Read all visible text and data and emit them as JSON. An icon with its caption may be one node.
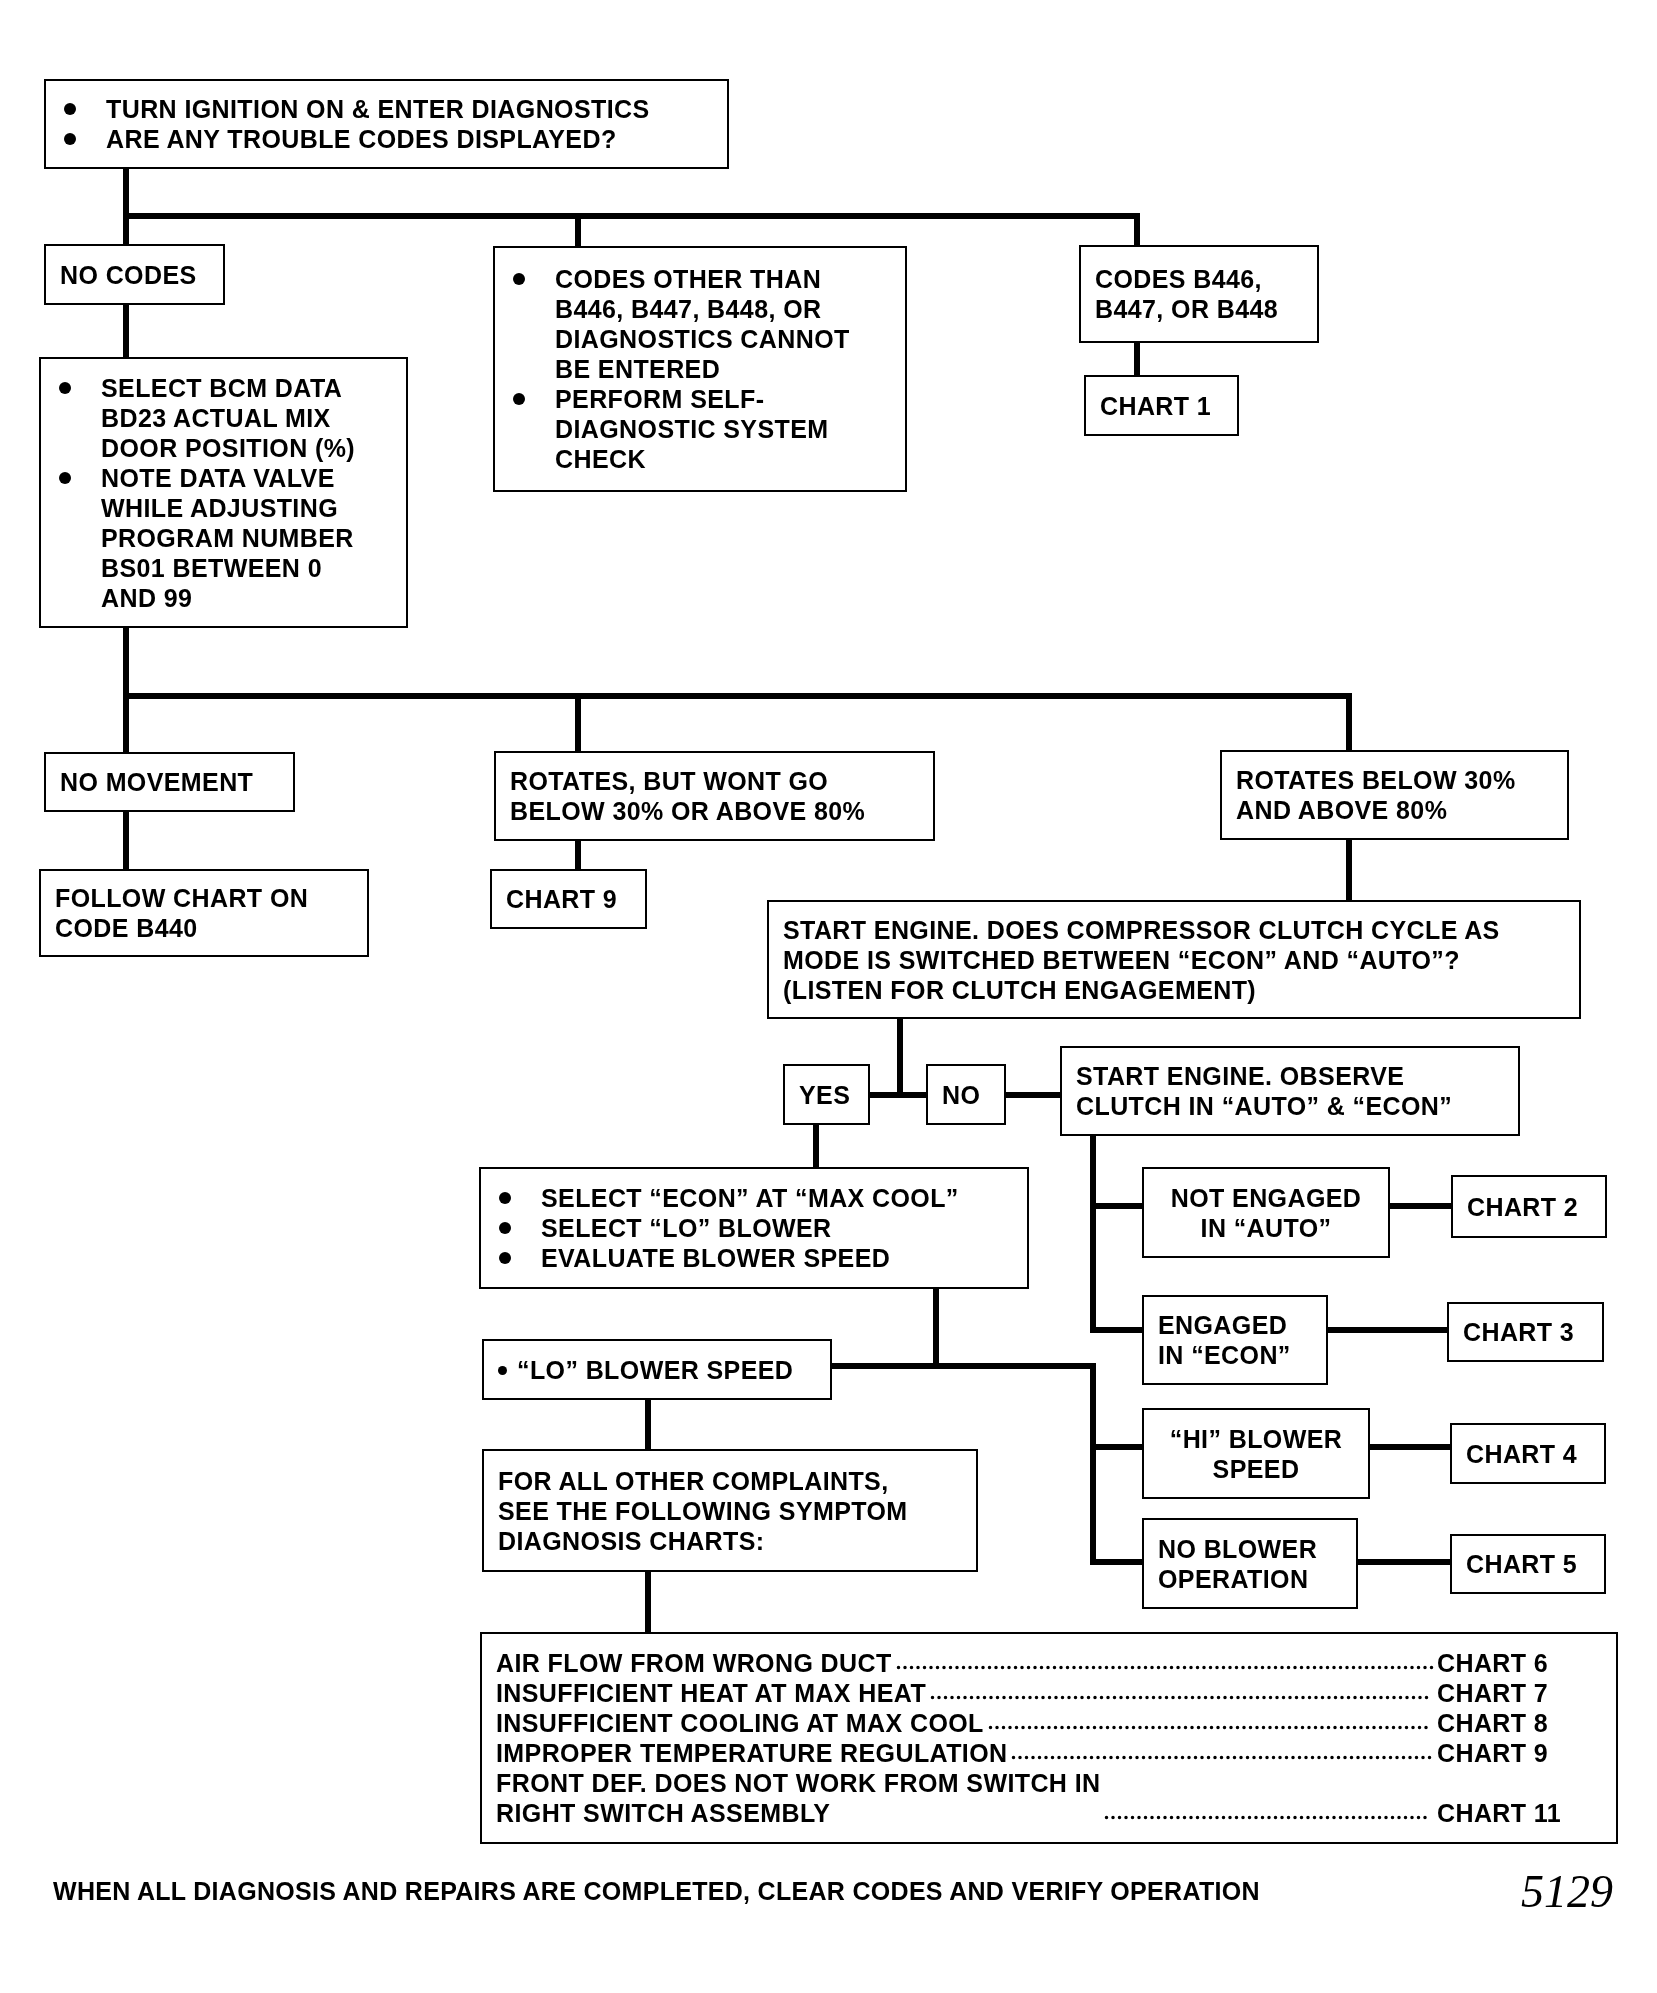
{
  "diagram": {
    "nodes": [
      {
        "text": [
          "TURN IGNITION ON & ENTER DIAGNOSTICS",
          "ARE ANY TROUBLE CODES DISPLAYED?"
        ]
      },
      {
        "text": [
          "NO CODES"
        ]
      },
      {
        "text": [
          "CODES OTHER THAN B446, B447, B448, OR DIAGNOSTICS CANNOT BE ENTERED",
          "PERFORM SELF-DIAGNOSTIC SYSTEM CHECK"
        ]
      },
      {
        "text": [
          "CODES B446, B447, OR B448"
        ]
      },
      {
        "text": [
          "CHART 1"
        ]
      },
      {
        "text": [
          "SELECT BCM DATA BD23 ACTUAL MIX DOOR POSITION (%)",
          "NOTE DATA VALVE WHILE ADJUSTING PROGRAM NUMBER BS01 BETWEEN 0 AND 99"
        ]
      },
      {
        "text": [
          "NO MOVEMENT"
        ]
      },
      {
        "text": [
          "ROTATES, BUT WONT GO BELOW 30% OR ABOVE 80%"
        ]
      },
      {
        "text": [
          "ROTATES BELOW 30% AND ABOVE 80%"
        ]
      },
      {
        "text": [
          "FOLLOW CHART ON CODE B440"
        ]
      },
      {
        "text": [
          "CHART 9"
        ]
      },
      {
        "text": [
          "START ENGINE. DOES COMPRESSOR CLUTCH CYCLE AS MODE IS SWITCHED BETWEEN “ECON” AND “AUTO”?",
          "(LISTEN FOR CLUTCH ENGAGEMENT)"
        ]
      },
      {
        "text": [
          "YES"
        ]
      },
      {
        "text": [
          "NO"
        ]
      },
      {
        "text": [
          "START ENGINE. OBSERVE CLUTCH IN “AUTO” & “ECON”"
        ]
      },
      {
        "text": [
          "SELECT “ECON” AT “MAX COOL”",
          "SELECT “LO” BLOWER",
          "EVALUATE BLOWER SPEED"
        ]
      },
      {
        "text": [
          "NOT ENGAGED IN “AUTO”"
        ]
      },
      {
        "text": [
          "CHART 2"
        ]
      },
      {
        "text": [
          "ENGAGED IN “ECON”"
        ]
      },
      {
        "text": [
          "CHART 3"
        ]
      },
      {
        "text": [
          "“LO” BLOWER SPEED"
        ]
      },
      {
        "text": [
          "“HI” BLOWER SPEED"
        ]
      },
      {
        "text": [
          "CHART 4"
        ]
      },
      {
        "text": [
          "FOR ALL OTHER COMPLAINTS, SEE THE FOLLOWING SYMPTOM DIAGNOSIS CHARTS:"
        ]
      },
      {
        "text": [
          "NO BLOWER OPERATION"
        ]
      },
      {
        "text": [
          "CHART 5"
        ]
      },
      {
        "text": [
          "AIR FLOW FROM WRONG DUCT",
          "CHART 6",
          "INSUFFICIENT HEAT AT MAX HEAT",
          "CHART 7",
          "INSUFFICIENT COOLING AT MAX COOL",
          "CHART 8",
          "IMPROPER TEMPERATURE REGULATION",
          "CHART 9",
          "FRONT DEF. DOES NOT WORK FROM SWITCH IN RIGHT SWITCH ASSEMBLY",
          "CHART 11"
        ]
      }
    ],
    "edges": [
      {
        "from": 0,
        "to": 1,
        "arrow": "none"
      },
      {
        "from": 0,
        "to": 2,
        "arrow": "none"
      },
      {
        "from": 0,
        "to": 3,
        "arrow": "none"
      },
      {
        "from": 3,
        "to": 4,
        "arrow": "none"
      },
      {
        "from": 1,
        "to": 5,
        "arrow": "none"
      },
      {
        "from": 5,
        "to": 6,
        "arrow": "none"
      },
      {
        "from": 5,
        "to": 7,
        "arrow": "none"
      },
      {
        "from": 5,
        "to": 8,
        "arrow": "none"
      },
      {
        "from": 6,
        "to": 9,
        "arrow": "none"
      },
      {
        "from": 7,
        "to": 10,
        "arrow": "none"
      },
      {
        "from": 8,
        "to": 11,
        "arrow": "none"
      },
      {
        "from": 11,
        "to": 12,
        "arrow": "none"
      },
      {
        "from": 11,
        "to": 13,
        "arrow": "none"
      },
      {
        "from": 13,
        "to": 14,
        "arrow": "none"
      },
      {
        "from": 12,
        "to": 15,
        "arrow": "none"
      },
      {
        "from": 14,
        "to": 16,
        "arrow": "none"
      },
      {
        "from": 14,
        "to": 18,
        "arrow": "none"
      },
      {
        "from": 16,
        "to": 17,
        "arrow": "none"
      },
      {
        "from": 18,
        "to": 19,
        "arrow": "none"
      },
      {
        "from": 15,
        "to": 20,
        "arrow": "none"
      },
      {
        "from": 15,
        "to": 21,
        "arrow": "none"
      },
      {
        "from": 15,
        "to": 24,
        "arrow": "none"
      },
      {
        "from": 21,
        "to": 22,
        "arrow": "none"
      },
      {
        "from": 24,
        "to": 25,
        "arrow": "none"
      },
      {
        "from": 20,
        "to": 23,
        "arrow": "none"
      },
      {
        "from": 23,
        "to": 26,
        "arrow": "none"
      }
    ],
    "labels": [
      "WHEN ALL DIAGNOSIS AND REPAIRS ARE COMPLETED, CLEAR CODES AND VERIFY OPERATION",
      "5129"
    ]
  }
}
